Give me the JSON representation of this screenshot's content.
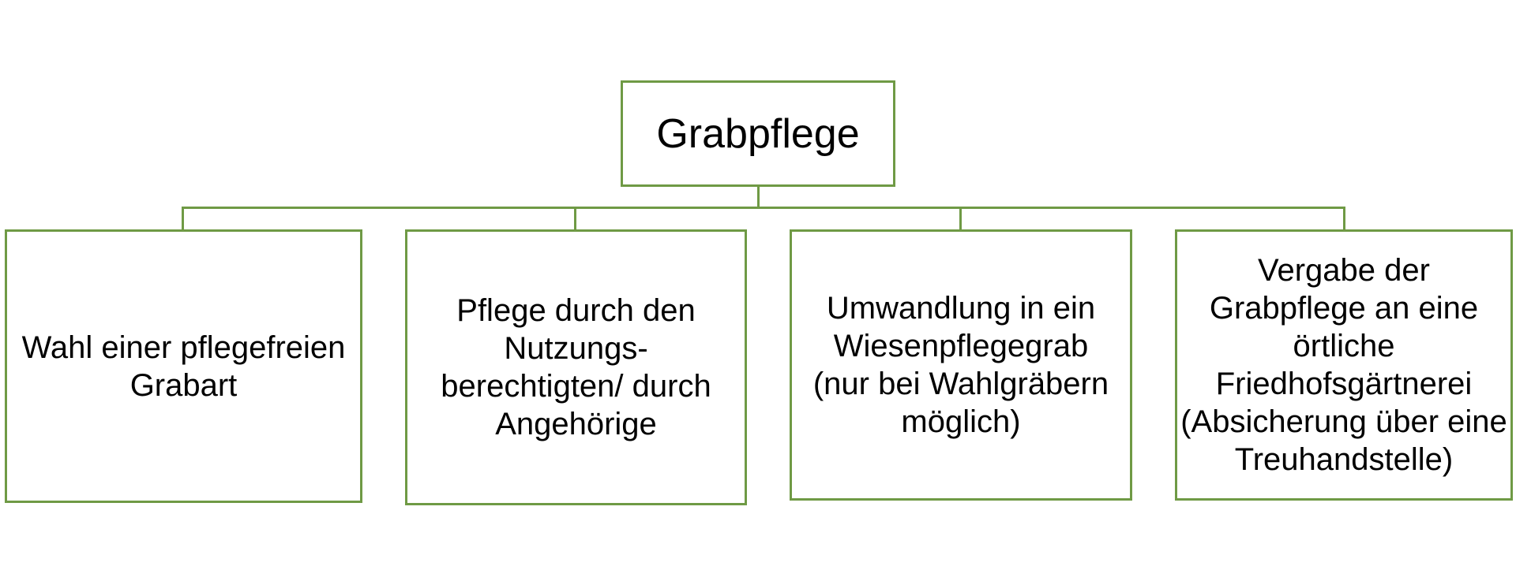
{
  "colors": {
    "border": "#6f9a45"
  },
  "root": {
    "label": "Grabpflege"
  },
  "children": [
    {
      "label": "Wahl einer pflegefreien Grabart"
    },
    {
      "label": "Pflege durch den Nutzungs-berechtigten/ durch Angehörige"
    },
    {
      "label": "Umwandlung in ein Wiesenpflegegrab (nur bei Wahlgräbern möglich)"
    },
    {
      "label": "Vergabe der Grabpflege an eine örtliche Friedhofsgärtnerei (Absicherung über eine Treuhandstelle)"
    }
  ]
}
